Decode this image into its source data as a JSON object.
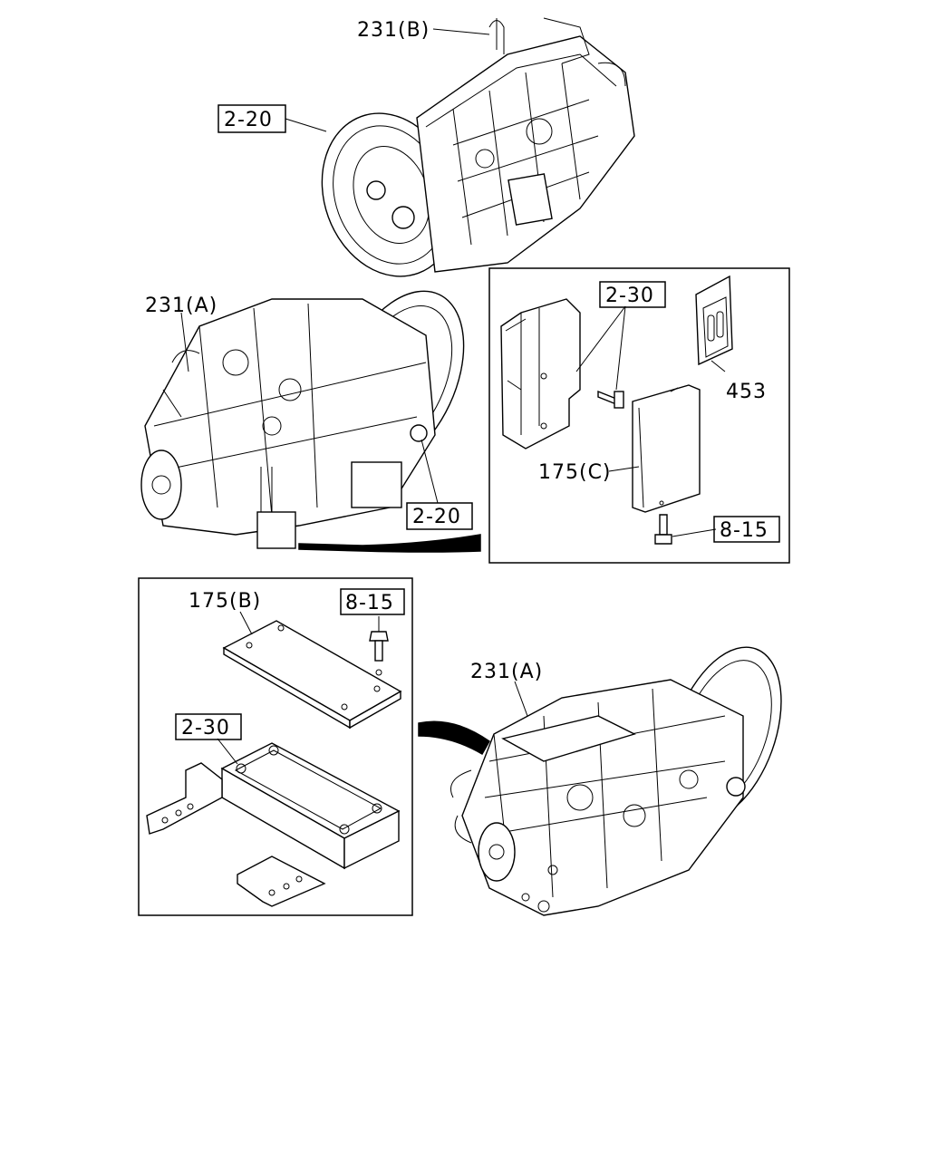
{
  "callouts": {
    "top_assy": "231(B)",
    "top_ref": "2-20",
    "mid_assy": "231(A)",
    "mid_ref": "2-20",
    "inset1_bracket": "2-30",
    "inset1_pad": "453",
    "inset1_cover": "175(C)",
    "inset1_bolt": "8-15",
    "inset2_cover": "175(B)",
    "inset2_bolt": "8-15",
    "inset2_bracket": "2-30",
    "bottom_assy": "231(A)"
  }
}
